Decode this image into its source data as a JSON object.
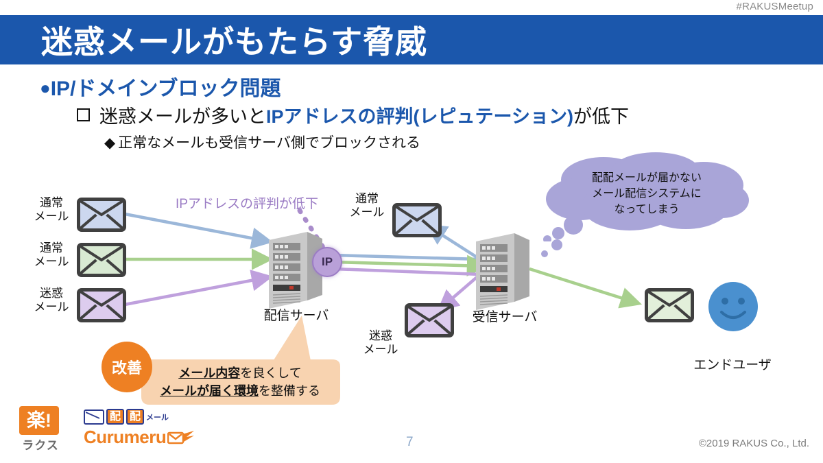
{
  "header": {
    "hashtag": "#RAKUSMeetup",
    "title": "迷惑メールがもたらす脅威"
  },
  "bullets": {
    "level1": "IP/ドメインブロック問題",
    "level1_marker": "●",
    "level2_prefix": "迷惑メールが多いと",
    "level2_highlight": "IPアドレスの評判(レピュテーション)",
    "level2_suffix": "が低下",
    "level3_marker": "◆",
    "level3": "正常なメールも受信サーバ側でブロックされる"
  },
  "diagram": {
    "source_mails": [
      {
        "label_line1": "通常",
        "label_line2": "メール",
        "color": "#ccd7ef"
      },
      {
        "label_line1": "通常",
        "label_line2": "メール",
        "color": "#d9ead3"
      },
      {
        "label_line1": "迷惑",
        "label_line2": "メール",
        "color": "#ddccee"
      }
    ],
    "ip_note": "IPアドレスの評判が低下",
    "ip_badge": "IP",
    "sending_server_label": "配信サーバ",
    "receiving_server_label": "受信サーバ",
    "bounced_normal_mail": {
      "label_line1": "通常",
      "label_line2": "メール"
    },
    "bounced_spam_mail": {
      "label_line1": "迷惑",
      "label_line2": "メール"
    },
    "end_user_label": "エンドユーザ",
    "cloud_text_line1": "配配メールが届かない",
    "cloud_text_line2": "メール配信システムに",
    "cloud_text_line3": "なってしまう",
    "improve_badge": "改善",
    "improve_line1_underlined": "メール内容",
    "improve_line1_rest": "を良くして",
    "improve_line2_underlined": "メールが届く環境",
    "improve_line2_rest": "を整備する"
  },
  "logos": {
    "rakus_mark": "楽!",
    "rakus_name": "ラクス",
    "haihai_box1": "配",
    "haihai_box2": "配",
    "haihai_suffix": "メール",
    "curumeru": "Curumeru"
  },
  "footer": {
    "page_number": "7",
    "copyright": "©2019 RAKUS Co., Ltd."
  },
  "colors": {
    "title_bar": "#1b57ac",
    "accent_blue": "#1b57ac",
    "arrow_blue": "#9bb7d9",
    "arrow_green": "#a8d08d",
    "arrow_purple": "#bfa0dd",
    "cloud": "#a9a5d8",
    "orange": "#ee8023",
    "callout": "#f8d3b0"
  }
}
